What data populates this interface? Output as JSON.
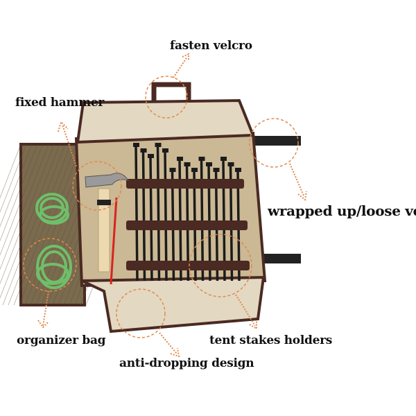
{
  "labels": {
    "fasten_velcro": "fasten velcro",
    "fixed_hammer": "fixed hammer",
    "wrapped_velcro": "wrapped up/loose velcro",
    "organizer_bag": "organizer bag",
    "tent_stakes_holders": "tent stakes holders",
    "anti_dropping": "anti-dropping design"
  },
  "colors": {
    "annotation": "#e0894f",
    "canvas": "#cbb894",
    "flap": "#e3d8c2",
    "trim": "#4a2a22",
    "mesh": "#7a6a4e",
    "rope": "#6fbf6a",
    "stake": "#1b1b1b",
    "hammer_handle": "#ecd9b0",
    "strap_red": "#d8241e"
  }
}
